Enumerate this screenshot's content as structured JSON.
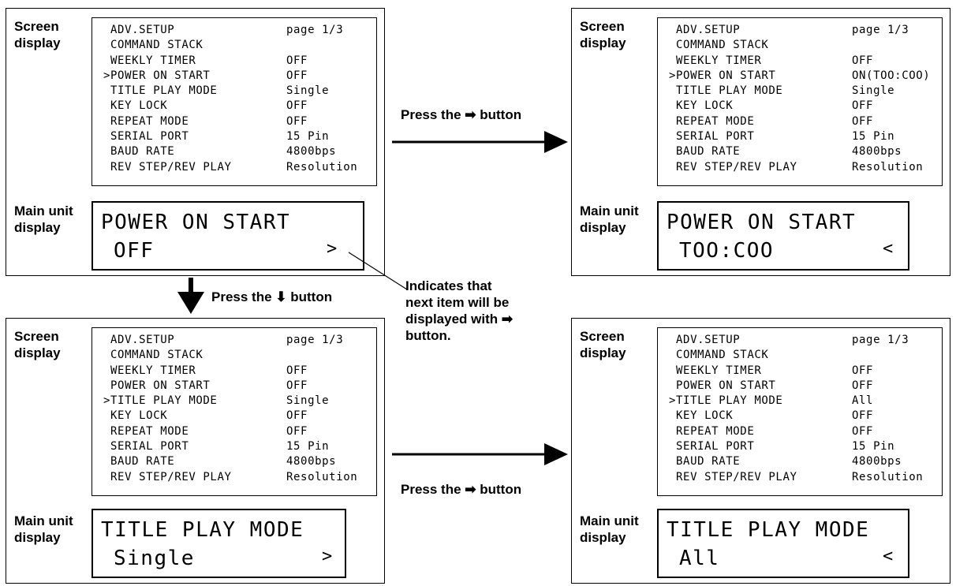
{
  "labels": {
    "screen_display": [
      "Screen",
      "display"
    ],
    "main_unit_display": [
      "Main unit",
      "display"
    ]
  },
  "captions": {
    "press_right": "Press the ➡ button",
    "press_down": "Press the ⬇ button"
  },
  "note": [
    "Indicates that",
    "next item will be",
    "displayed with ➡",
    "button."
  ],
  "panels": [
    {
      "screen_rows": [
        {
          "k": " ADV.SETUP",
          "v": "page 1/3"
        },
        {
          "k": " COMMAND STACK",
          "v": ""
        },
        {
          "k": " WEEKLY TIMER",
          "v": "OFF"
        },
        {
          "k": ">POWER ON START",
          "v": "OFF"
        },
        {
          "k": " TITLE PLAY MODE",
          "v": "Single"
        },
        {
          "k": " KEY LOCK",
          "v": "OFF"
        },
        {
          "k": " REPEAT MODE",
          "v": "OFF"
        },
        {
          "k": " SERIAL PORT",
          "v": "15 Pin"
        },
        {
          "k": " BAUD RATE",
          "v": "4800bps"
        },
        {
          "k": " REV STEP/REV PLAY",
          "v": "Resolution"
        }
      ],
      "main_line1": "POWER ON START",
      "main_line2": "OFF",
      "main_arrow": ">"
    },
    {
      "screen_rows": [
        {
          "k": " ADV.SETUP",
          "v": "page 1/3"
        },
        {
          "k": " COMMAND STACK",
          "v": ""
        },
        {
          "k": " WEEKLY TIMER",
          "v": "OFF"
        },
        {
          "k": ">POWER ON START",
          "v": "ON(TOO:COO)"
        },
        {
          "k": " TITLE PLAY MODE",
          "v": "Single"
        },
        {
          "k": " KEY LOCK",
          "v": "OFF"
        },
        {
          "k": " REPEAT MODE",
          "v": "OFF"
        },
        {
          "k": " SERIAL PORT",
          "v": "15 Pin"
        },
        {
          "k": " BAUD RATE",
          "v": "4800bps"
        },
        {
          "k": " REV STEP/REV PLAY",
          "v": "Resolution"
        }
      ],
      "main_line1": "POWER ON START",
      "main_line2": "TOO:COO",
      "main_arrow": "<"
    },
    {
      "screen_rows": [
        {
          "k": " ADV.SETUP",
          "v": "page 1/3"
        },
        {
          "k": " COMMAND STACK",
          "v": ""
        },
        {
          "k": " WEEKLY TIMER",
          "v": "OFF"
        },
        {
          "k": " POWER ON START",
          "v": "OFF"
        },
        {
          "k": ">TITLE PLAY MODE",
          "v": "Single"
        },
        {
          "k": " KEY LOCK",
          "v": "OFF"
        },
        {
          "k": " REPEAT MODE",
          "v": "OFF"
        },
        {
          "k": " SERIAL PORT",
          "v": "15 Pin"
        },
        {
          "k": " BAUD RATE",
          "v": "4800bps"
        },
        {
          "k": " REV STEP/REV PLAY",
          "v": "Resolution"
        }
      ],
      "main_line1": "TITLE PLAY MODE",
      "main_line2": "Single",
      "main_arrow": ">"
    },
    {
      "screen_rows": [
        {
          "k": " ADV.SETUP",
          "v": "page 1/3"
        },
        {
          "k": " COMMAND STACK",
          "v": ""
        },
        {
          "k": " WEEKLY TIMER",
          "v": "OFF"
        },
        {
          "k": " POWER ON START",
          "v": "OFF"
        },
        {
          "k": ">TITLE PLAY MODE",
          "v": "All"
        },
        {
          "k": " KEY LOCK",
          "v": "OFF"
        },
        {
          "k": " REPEAT MODE",
          "v": "OFF"
        },
        {
          "k": " SERIAL PORT",
          "v": "15 Pin"
        },
        {
          "k": " BAUD RATE",
          "v": "4800bps"
        },
        {
          "k": " REV STEP/REV PLAY",
          "v": "Resolution"
        }
      ],
      "main_line1": "TITLE PLAY MODE",
      "main_line2": "All",
      "main_arrow": "<"
    }
  ]
}
